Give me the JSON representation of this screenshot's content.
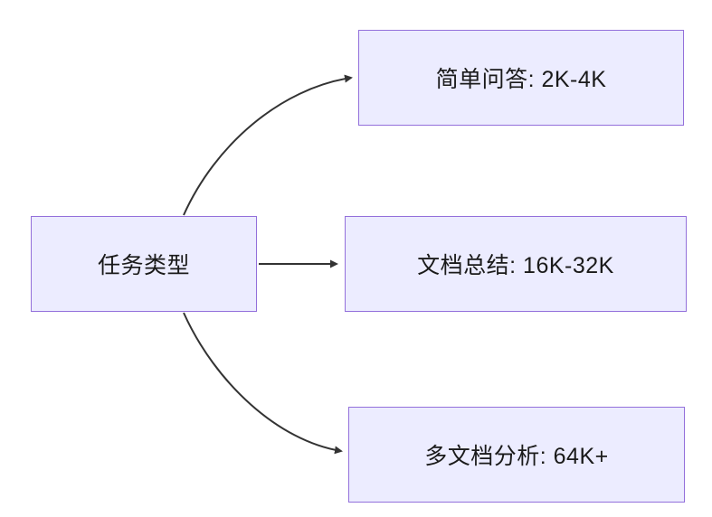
{
  "diagram": {
    "type": "flowchart",
    "direction": "left-to-right",
    "root": {
      "label": "任务类型"
    },
    "branches": [
      {
        "label": "简单问答: 2K-4K"
      },
      {
        "label": "文档总结: 16K-32K"
      },
      {
        "label": "多文档分析: 64K+"
      }
    ],
    "colors": {
      "node_fill": "#ececff",
      "node_border": "#9370db",
      "arrow": "#333333",
      "text": "#1a1a1a"
    }
  }
}
